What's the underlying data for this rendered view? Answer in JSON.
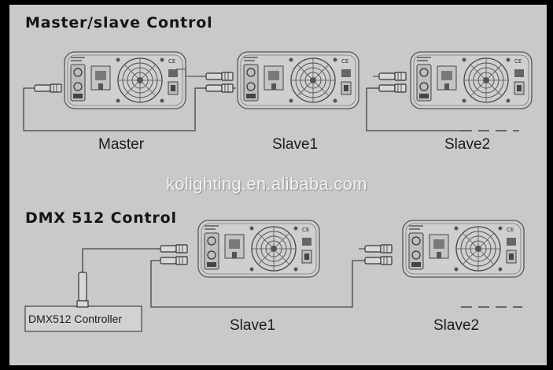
{
  "sections": {
    "master_slave": {
      "title": "Master/slave Control",
      "device_labels": [
        "Master",
        "Slave1",
        "Slave2"
      ]
    },
    "dmx": {
      "title": "DMX 512 Control",
      "controller_label": "DMX512 Controller",
      "device_labels": [
        "Slave1",
        "Slave2"
      ]
    }
  },
  "watermark": "kolighting.en.alibaba.com",
  "device_panel": {
    "ce_mark": "CE"
  },
  "colors": {
    "background": "#c9c9c9",
    "frame": "#000000",
    "line": "#444444"
  }
}
